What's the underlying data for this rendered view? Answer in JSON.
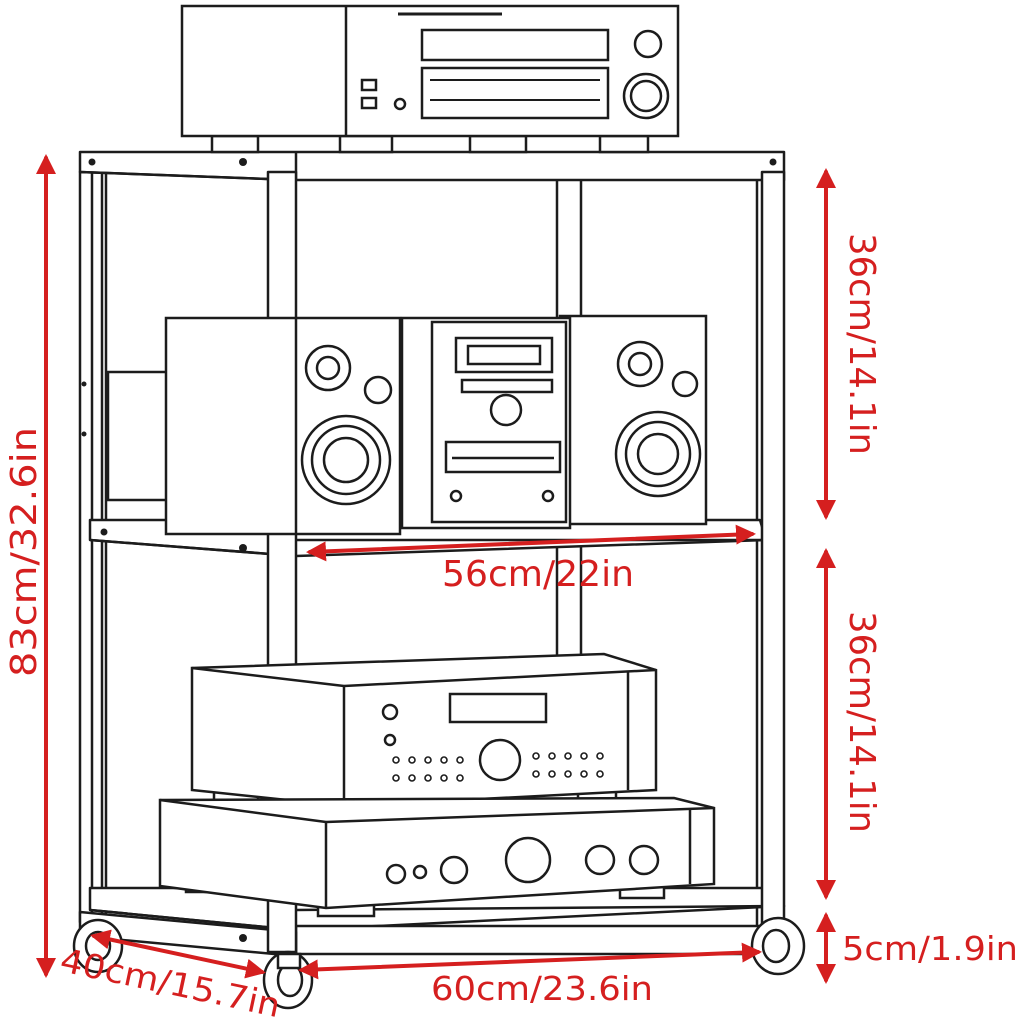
{
  "colors": {
    "line": "#1c1c1c",
    "accent": "#d51f1f",
    "fill": "#ffffff"
  },
  "dimensions": {
    "height_total": "83cm/32.6in",
    "shelf_gap_top": "36cm/14.1in",
    "shelf_gap_bottom": "36cm/14.1in",
    "inner_width": "56cm/22in",
    "wheel_height": "5cm/1.9in",
    "depth": "40cm/15.7in",
    "outer_width": "60cm/23.6in"
  }
}
